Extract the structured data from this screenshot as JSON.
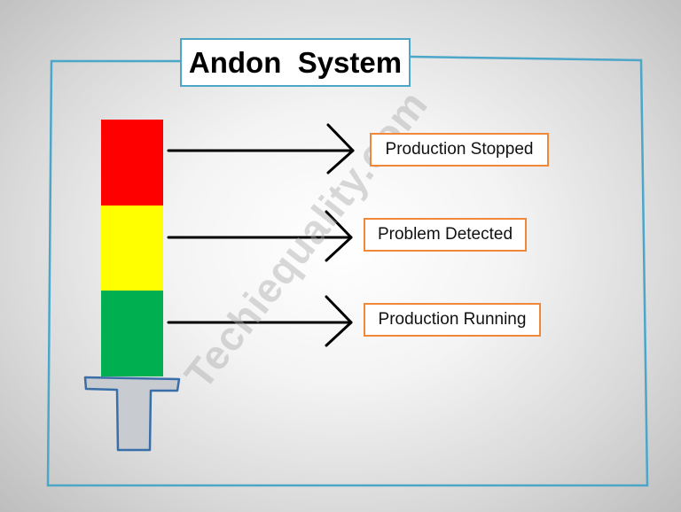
{
  "title": "Andon  System",
  "watermark": "Techiequality.com",
  "signals": [
    {
      "color": "#ff0000",
      "label": "Production Stopped"
    },
    {
      "color": "#ffff00",
      "label": "Problem Detected"
    },
    {
      "color": "#00b050",
      "label": "Production Running"
    }
  ],
  "colors": {
    "frame": "#4ba6c8",
    "label_border": "#f0883a",
    "stand_fill": "#c8ccd0",
    "stand_stroke": "#3a6ea8"
  }
}
